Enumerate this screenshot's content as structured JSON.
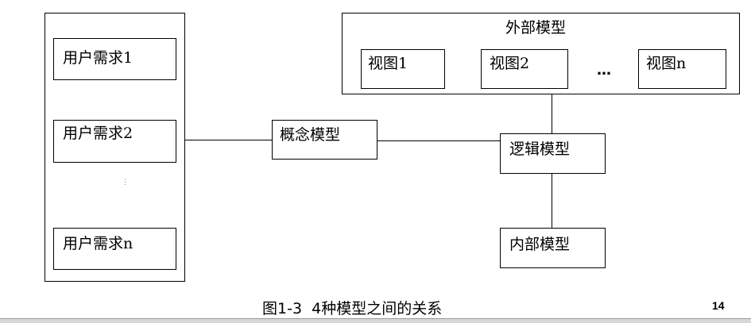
{
  "left_group": {
    "requirements": [
      "用户需求1",
      "用户需求2",
      "用户需求n"
    ],
    "ellipsis": "⋮"
  },
  "conceptual_model": "概念模型",
  "external_model": {
    "title": "外部模型",
    "views": [
      "视图1",
      "视图2",
      "视图n"
    ],
    "ellipsis": "…"
  },
  "logical_model": "逻辑模型",
  "internal_model": "内部模型",
  "caption": "图1-3  4种模型之间的关系",
  "page_number": "14"
}
